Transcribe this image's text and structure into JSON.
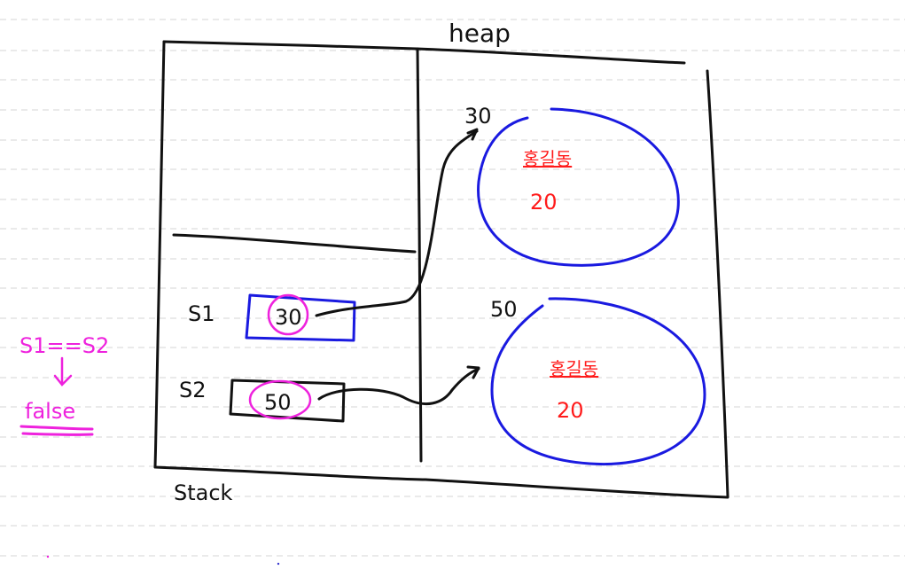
{
  "labels": {
    "heap": "heap",
    "stack": "Stack",
    "s1": "S1",
    "s2": "S2",
    "s1_value": "30",
    "s2_value": "50",
    "addr_top": "30",
    "addr_bottom": "50",
    "obj1_name": "홍길동",
    "obj1_age": "20",
    "obj2_name": "홍길동",
    "obj2_age": "20",
    "comparison": "S1==S2",
    "result": "false"
  },
  "colors": {
    "ink": "#111111",
    "blue": "#1a1ae0",
    "red": "#ff1a1a",
    "magenta": "#ee22dd",
    "guide": "#d4d4d4"
  }
}
